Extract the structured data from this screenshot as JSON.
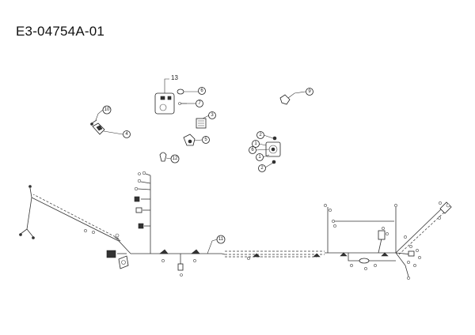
{
  "title": "E3-04754A-01",
  "callouts": [
    {
      "key": "c13",
      "text": "13"
    },
    {
      "key": "c6a",
      "text": "6"
    },
    {
      "key": "c7",
      "text": "7"
    },
    {
      "key": "c3",
      "text": "3"
    },
    {
      "key": "c5",
      "text": "5"
    },
    {
      "key": "c10",
      "text": "10"
    },
    {
      "key": "c4",
      "text": "4"
    },
    {
      "key": "c12",
      "text": "12"
    },
    {
      "key": "c9",
      "text": "9"
    },
    {
      "key": "c2a",
      "text": "2"
    },
    {
      "key": "c1a",
      "text": "1"
    },
    {
      "key": "c6b",
      "text": "6"
    },
    {
      "key": "c1b",
      "text": "1"
    },
    {
      "key": "c2b",
      "text": "2"
    },
    {
      "key": "c11",
      "text": "11"
    }
  ]
}
